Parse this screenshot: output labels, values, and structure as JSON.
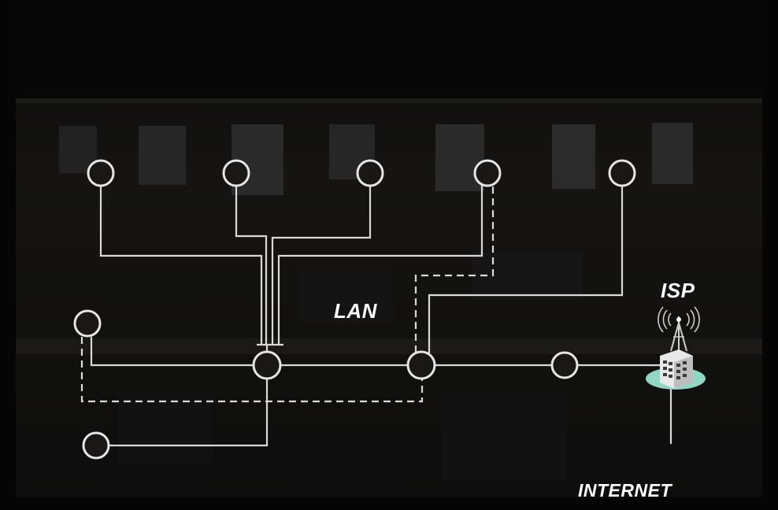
{
  "labels": {
    "lan": "LAN",
    "isp": "ISP",
    "internet": "INTERNET"
  },
  "colors": {
    "background": "#0b0b0b",
    "wire": "#d9d9d9",
    "node_fill": "#1a1717",
    "node_stroke": "#e6e6e6",
    "isp_base": "#8fd6c4"
  },
  "icons": {
    "isp": "isp-tower-building-icon"
  }
}
